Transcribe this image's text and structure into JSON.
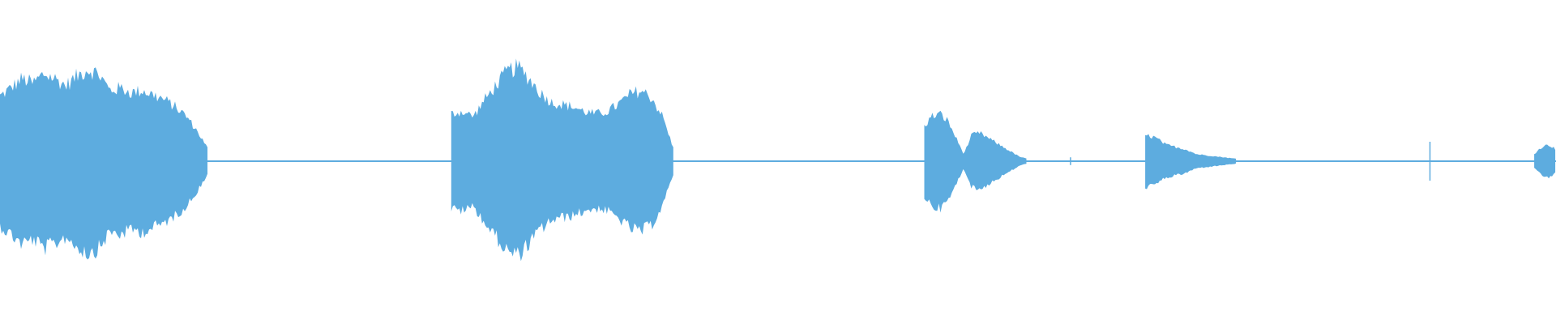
{
  "waveform": {
    "color": "#5dacdf",
    "background": "#ffffff",
    "segments": [
      {
        "start": 0.0,
        "end": 0.134,
        "peak": 0.78,
        "shape": [
          0.55,
          0.62,
          0.7,
          0.66,
          0.74,
          0.7,
          0.64,
          0.72,
          0.78,
          0.74,
          0.6,
          0.62,
          0.58,
          0.6,
          0.56,
          0.52,
          0.46,
          0.38,
          0.25,
          0.1
        ]
      },
      {
        "start": 0.29,
        "end": 0.433,
        "peak": 0.8,
        "shape": [
          0.4,
          0.42,
          0.38,
          0.52,
          0.64,
          0.76,
          0.8,
          0.7,
          0.58,
          0.5,
          0.48,
          0.46,
          0.42,
          0.4,
          0.42,
          0.48,
          0.56,
          0.6,
          0.54,
          0.38,
          0.1
        ]
      },
      {
        "start": 0.594,
        "end": 0.66,
        "peak": 0.4,
        "shape": [
          0.3,
          0.38,
          0.4,
          0.34,
          0.2,
          0.06,
          0.22,
          0.24,
          0.2,
          0.16,
          0.12,
          0.08,
          0.04,
          0.02
        ]
      },
      {
        "start": 0.736,
        "end": 0.795,
        "peak": 0.22,
        "shape": [
          0.22,
          0.2,
          0.14,
          0.12,
          0.1,
          0.06,
          0.05,
          0.04,
          0.03,
          0.02
        ]
      },
      {
        "start": 0.986,
        "end": 1.0,
        "peak": 0.14,
        "shape": [
          0.06,
          0.12,
          0.14,
          0.1
        ]
      }
    ],
    "spikes": [
      {
        "position": 0.919,
        "amplitude": 0.15
      },
      {
        "position": 0.688,
        "amplitude": 0.03
      }
    ],
    "noise_floor": 0.012
  }
}
